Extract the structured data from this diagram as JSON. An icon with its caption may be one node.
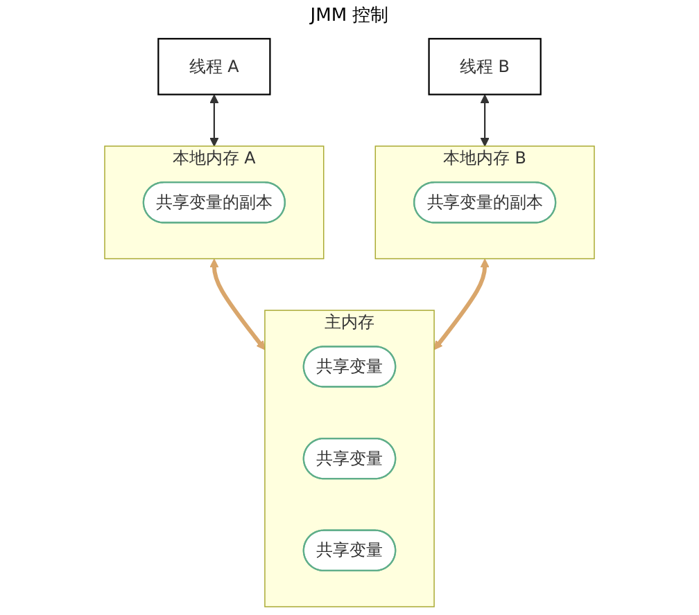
{
  "diagram": {
    "nodes": [
      {
        "text": [
          "线程 A"
        ]
      },
      {
        "text": [
          "线程 B"
        ]
      },
      {
        "text": [
          "本地内存 A"
        ]
      },
      {
        "text": [
          "共享变量的副本"
        ],
        "in": 2
      },
      {
        "text": [
          "本地内存 B"
        ]
      },
      {
        "text": [
          "共享变量的副本"
        ],
        "in": 4
      },
      {
        "text": [
          "主内存"
        ]
      },
      {
        "text": [
          "共享变量"
        ],
        "in": 6
      },
      {
        "text": [
          "共享变量"
        ],
        "in": 6
      },
      {
        "text": [
          "共享变量"
        ],
        "in": 6
      }
    ],
    "edges": [
      {
        "from": 0,
        "to": 2,
        "arrow": "both"
      },
      {
        "from": 1,
        "to": 4,
        "arrow": "both"
      },
      {
        "from": 2,
        "to": 6,
        "arrow": "both",
        "style": "thick",
        "color": "#d9a66b"
      },
      {
        "from": 4,
        "to": 6,
        "arrow": "both",
        "style": "thick",
        "color": "#d9a66b"
      }
    ],
    "labels": [
      "JMM 控制"
    ]
  }
}
